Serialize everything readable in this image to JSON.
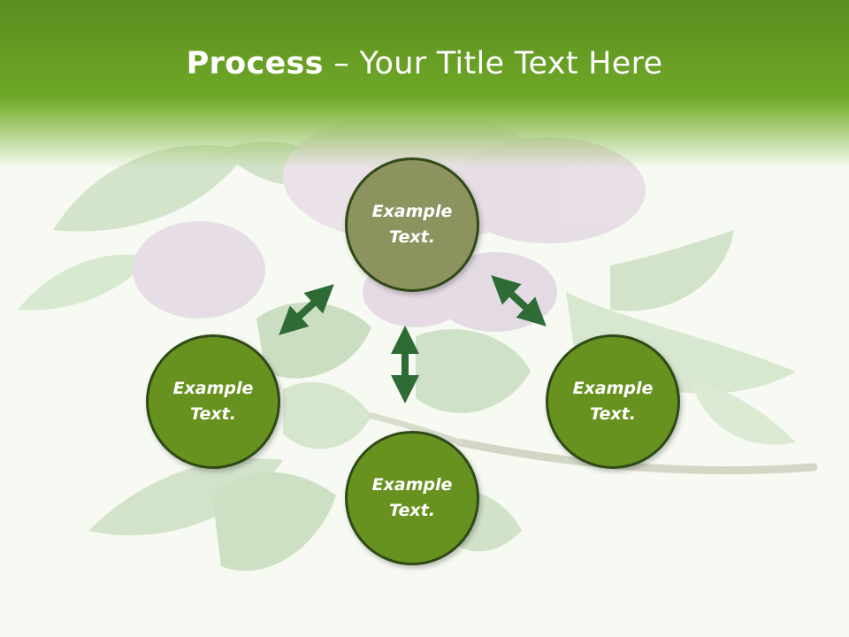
{
  "title": {
    "strong": "Process",
    "rest": " – Your Title Text Here"
  },
  "nodes": {
    "top": "Example Text.",
    "left": "Example Text.",
    "right": "Example Text.",
    "bottom": "Example Text."
  },
  "colors": {
    "header_green": "#6fa828",
    "node_top_fill": "#8d935f",
    "node_fill": "#68921f",
    "node_border": "#2f4a16",
    "arrow": "#2e6b35",
    "background": "#f6faf2"
  },
  "icons": {
    "background": "lilac-branch-photo",
    "connectors": "double-headed-arrow"
  }
}
